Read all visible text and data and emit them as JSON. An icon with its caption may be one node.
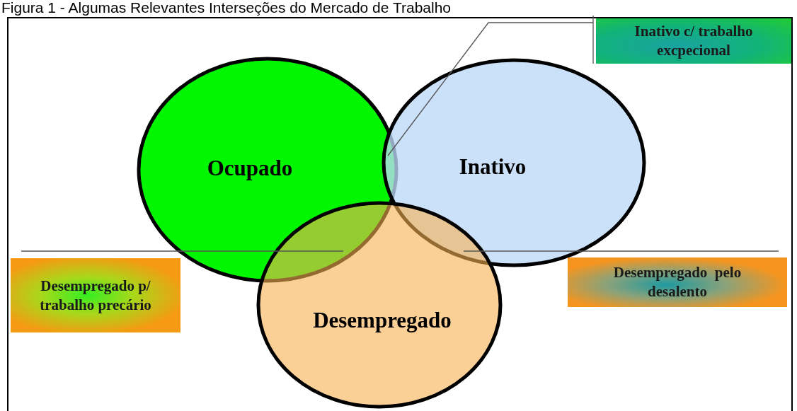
{
  "diagram": {
    "title": "Figura 1 - Algumas Relevantes Interseções do Mercado de Trabalho",
    "nodes": [
      {
        "text": [
          "Ocupado"
        ]
      },
      {
        "text": [
          "Inativo"
        ]
      },
      {
        "text": [
          "Desempregado"
        ]
      },
      {
        "text": [
          "Inativo c/ trabalho excpecional"
        ]
      },
      {
        "text": [
          "Desempregado p/ trabalho precário"
        ]
      },
      {
        "text": [
          "Desempregado  pelo desalento"
        ]
      }
    ],
    "edges": [
      {
        "from": 3,
        "to": 1,
        "arrow": "none"
      },
      {
        "from": 4,
        "to": 2,
        "arrow": "none"
      },
      {
        "from": 5,
        "to": 2,
        "arrow": "none"
      }
    ]
  }
}
